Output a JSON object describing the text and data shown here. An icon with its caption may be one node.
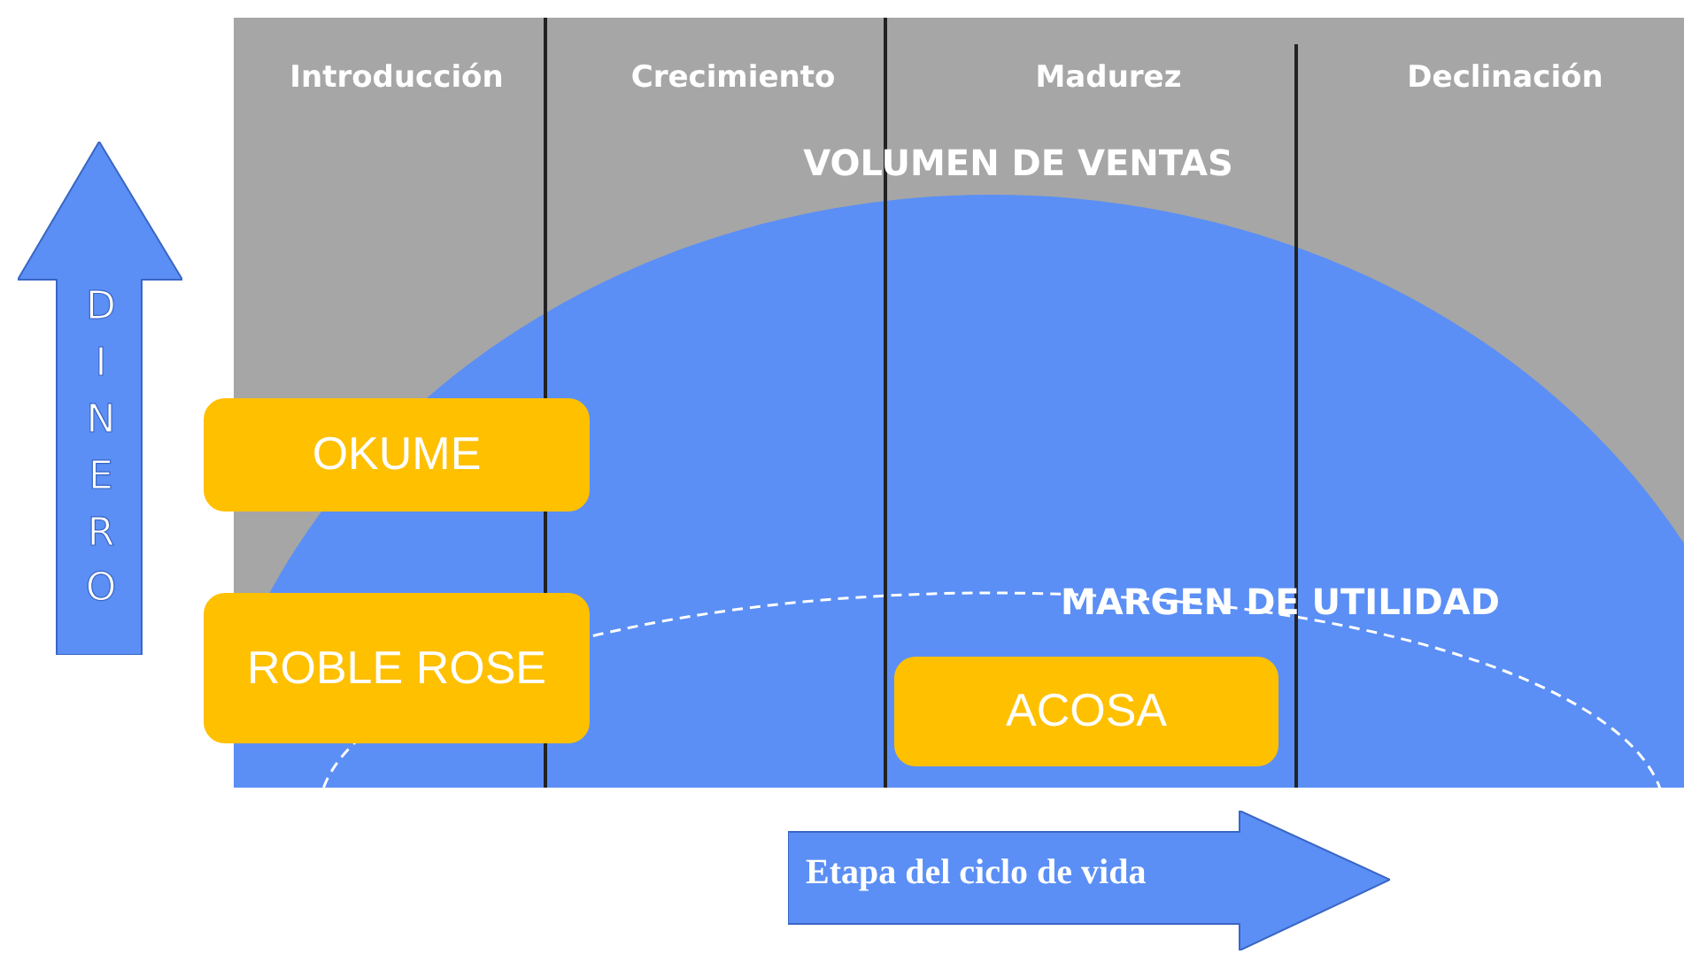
{
  "diagram": {
    "nodes": [
      {
        "text": [
          "DINERO"
        ]
      },
      {
        "text": [
          "OKUME"
        ]
      },
      {
        "text": [
          "ROBLE ROSE"
        ]
      },
      {
        "text": [
          "ACOSA"
        ]
      },
      {
        "text": [
          "Etapa del ciclo de vida"
        ]
      }
    ],
    "labels": [
      "Introducción",
      "Crecimiento",
      "Madurez",
      "Declinación",
      "VOLUMEN DE VENTAS",
      "MARGEN DE UTILIDAD"
    ]
  }
}
